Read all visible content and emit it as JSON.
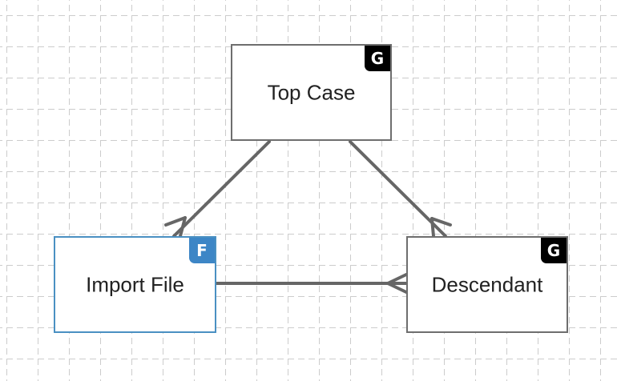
{
  "colors": {
    "grid": "#cccccc",
    "node_border": "#6e6e6e",
    "node_border_selected": "#4a90c2",
    "edge": "#666666",
    "badge_g": "#000000",
    "badge_f": "#3d86c6"
  },
  "nodes": [
    {
      "id": "top-case",
      "label": "Top Case",
      "badge": "G",
      "selected": false
    },
    {
      "id": "import-file",
      "label": "Import File",
      "badge": "F",
      "selected": true
    },
    {
      "id": "descendant",
      "label": "Descendant",
      "badge": "G",
      "selected": false
    }
  ],
  "edges": [
    {
      "from": "Top Case",
      "to": "Import File",
      "end": "crow-foot"
    },
    {
      "from": "Top Case",
      "to": "Descendant",
      "end": "crow-foot"
    },
    {
      "from": "Import File",
      "to": "Descendant",
      "end": "crow-foot"
    }
  ]
}
